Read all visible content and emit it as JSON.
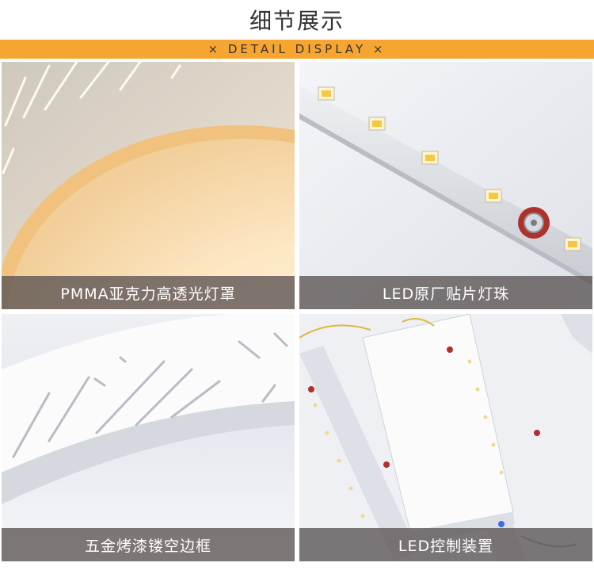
{
  "header": {
    "title": "细节展示",
    "subtitle": "× DETAIL DISPLAY ×"
  },
  "panels": [
    {
      "caption": "PMMA亚克力高透光灯罩"
    },
    {
      "caption": "LED原厂贴片灯珠"
    },
    {
      "caption": "五金烤漆镂空边框"
    },
    {
      "caption": "LED控制装置"
    }
  ],
  "colors": {
    "banner": "#f6a630",
    "caption_bg": "#5a5252",
    "warm_light": "#fbe2b8"
  }
}
